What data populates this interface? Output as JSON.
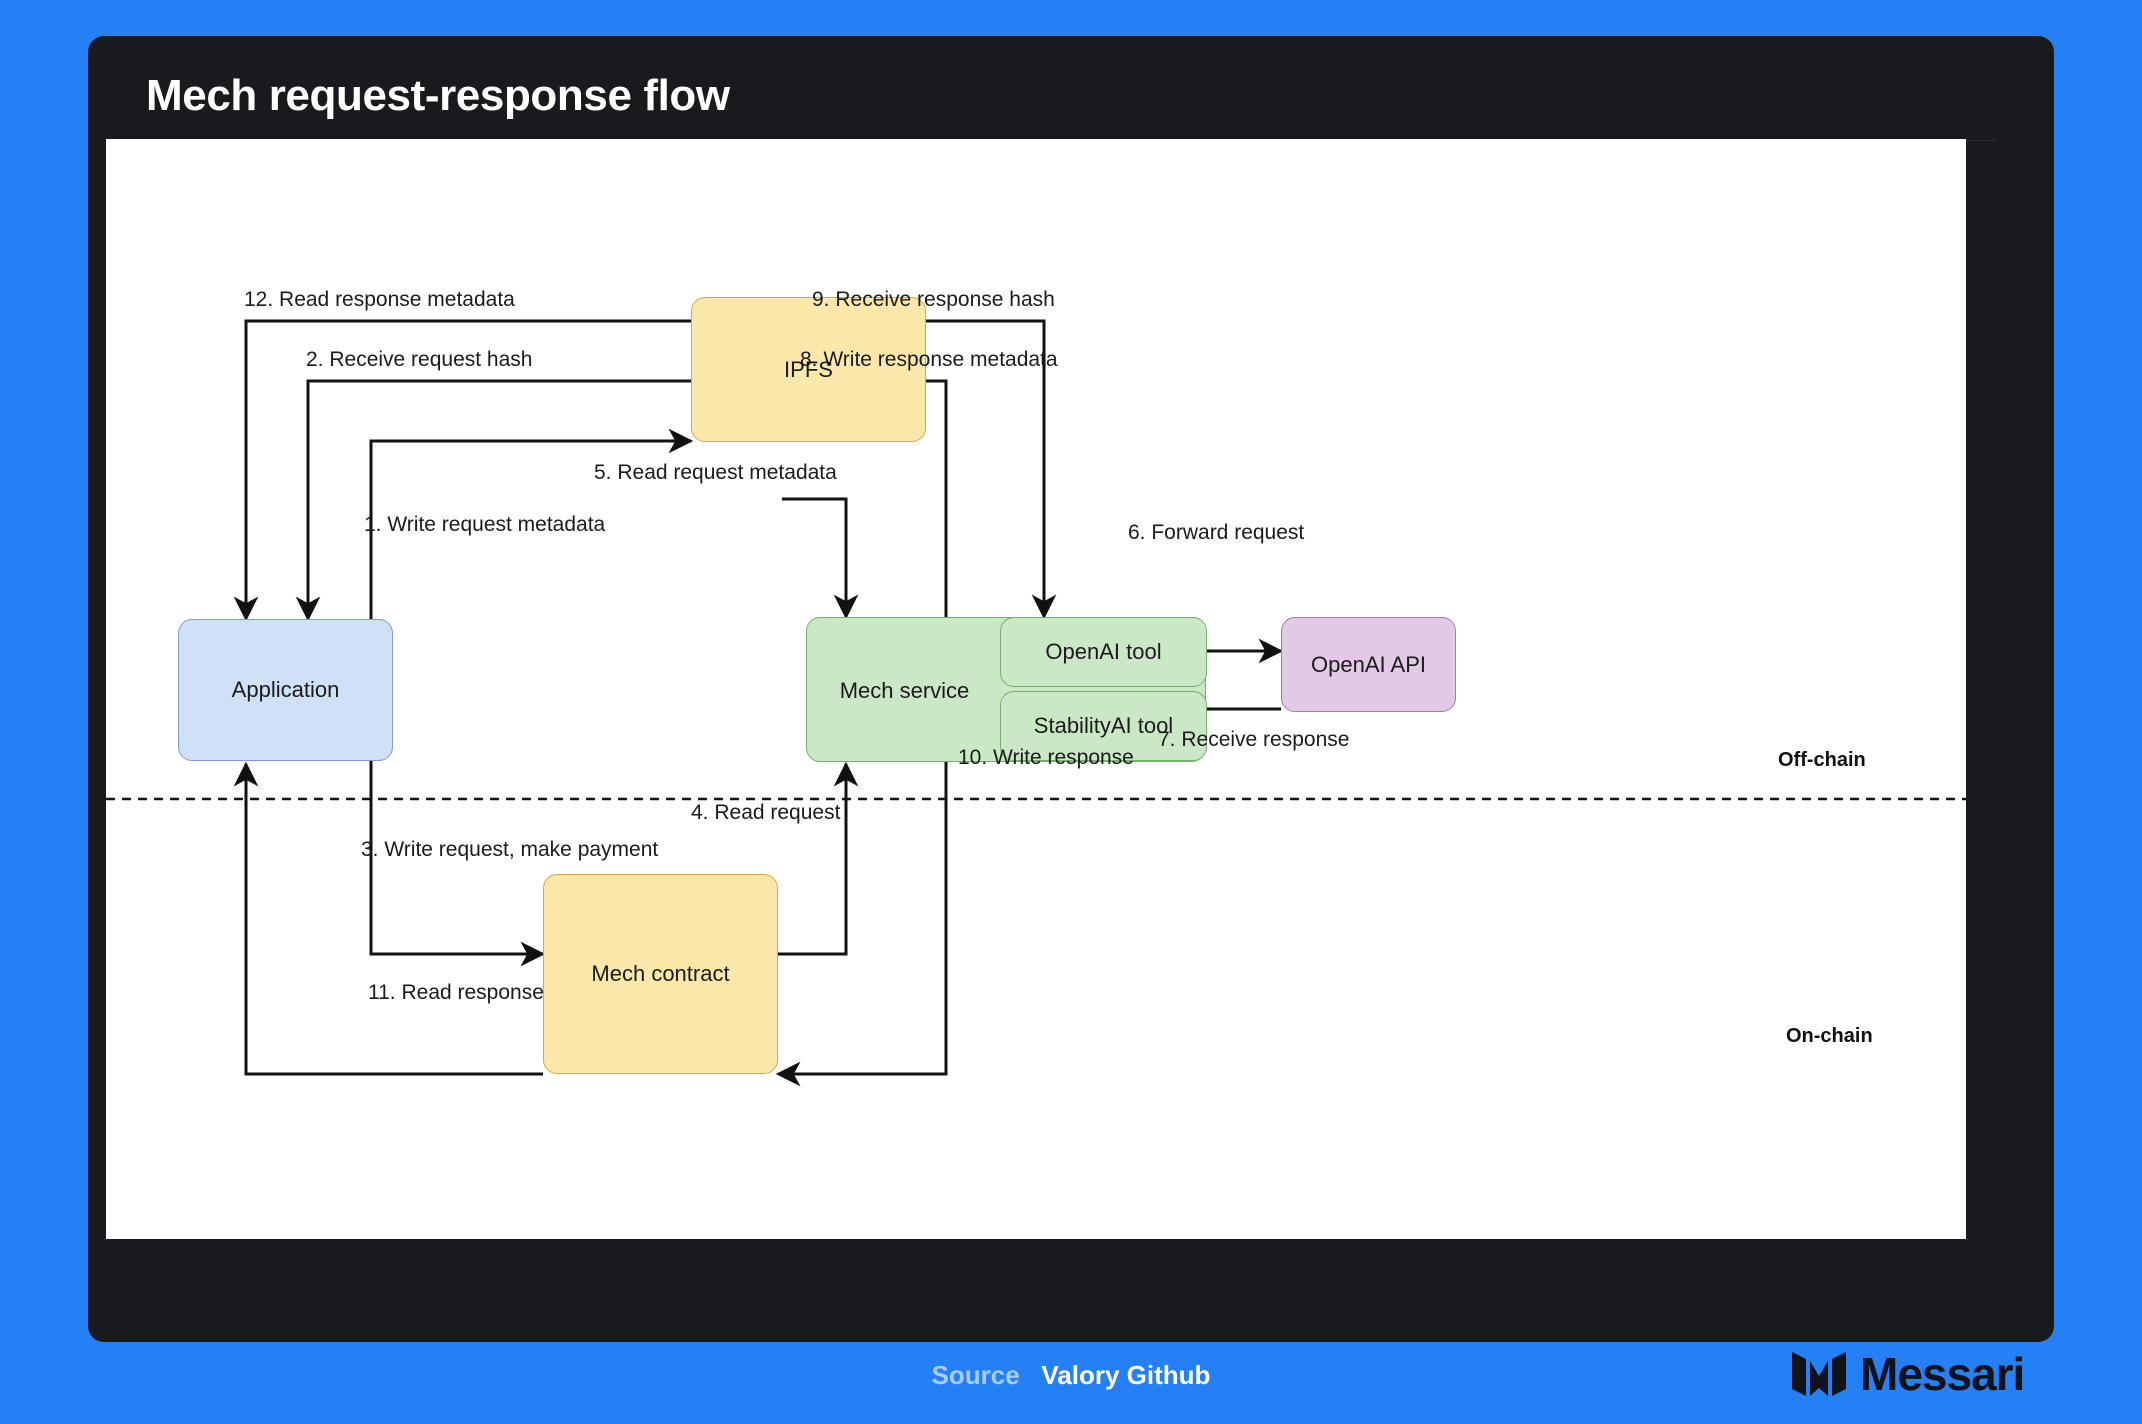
{
  "card": {
    "title": "Mech request-response flow"
  },
  "diagram": {
    "nodes": [
      {
        "id": "application",
        "label": "Application"
      },
      {
        "id": "ipfs",
        "label": "IPFS"
      },
      {
        "id": "mech-service",
        "label": "Mech service"
      },
      {
        "id": "openai-tool",
        "label": "OpenAI tool"
      },
      {
        "id": "stabilityai-tool",
        "label": "StabilityAI tool"
      },
      {
        "id": "openai-api",
        "label": "OpenAI API"
      },
      {
        "id": "mech-contract",
        "label": "Mech contract"
      }
    ],
    "edges": [
      {
        "n": 1,
        "label": "1. Write request metadata",
        "from": "application",
        "to": "ipfs"
      },
      {
        "n": 2,
        "label": "2. Receive request hash",
        "from": "ipfs",
        "to": "application"
      },
      {
        "n": 3,
        "label": "3. Write request, make payment",
        "from": "application",
        "to": "mech-contract"
      },
      {
        "n": 4,
        "label": "4. Read request",
        "from": "mech-contract",
        "to": "mech-service"
      },
      {
        "n": 5,
        "label": "5. Read request metadata",
        "from": "ipfs",
        "to": "mech-service"
      },
      {
        "n": 6,
        "label": "6. Forward request",
        "from": "openai-tool",
        "to": "openai-api"
      },
      {
        "n": 7,
        "label": "7. Receive response",
        "from": "openai-api",
        "to": "openai-tool"
      },
      {
        "n": 8,
        "label": "8. Write response metadata",
        "from": "mech-service",
        "to": "ipfs"
      },
      {
        "n": 9,
        "label": "9. Receive response hash",
        "from": "ipfs",
        "to": "openai-tool"
      },
      {
        "n": 10,
        "label": "10. Write response",
        "from": "mech-service",
        "to": "mech-contract"
      },
      {
        "n": 11,
        "label": "11. Read response",
        "from": "mech-contract",
        "to": "application"
      },
      {
        "n": 12,
        "label": "12. Read response metadata",
        "from": "ipfs",
        "to": "application"
      }
    ],
    "zones": [
      {
        "id": "off-chain",
        "label": "Off-chain"
      },
      {
        "id": "on-chain",
        "label": "On-chain"
      }
    ]
  },
  "footer": {
    "source_label": "Source",
    "source_name": "Valory Github",
    "brand_name": "Messari"
  },
  "colors": {
    "page_background": "#2680f5",
    "card_background": "#191a1e",
    "canvas_background": "#ffffff",
    "node_blue": "#cfe0f7",
    "node_yellow": "#fde8ab",
    "node_green": "#cbe8c6",
    "node_purple": "#e2c9e6",
    "edge_stroke": "#111111"
  }
}
